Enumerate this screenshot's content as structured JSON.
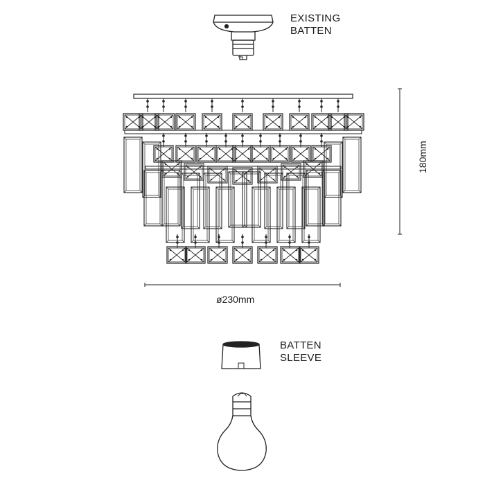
{
  "labels": {
    "existing_batten_line1": "EXISTING",
    "existing_batten_line2": "BATTEN",
    "batten_sleeve_line1": "BATTEN",
    "batten_sleeve_line2": "SLEEVE"
  },
  "dimensions": {
    "width": "ø230mm",
    "height": "180mm"
  }
}
